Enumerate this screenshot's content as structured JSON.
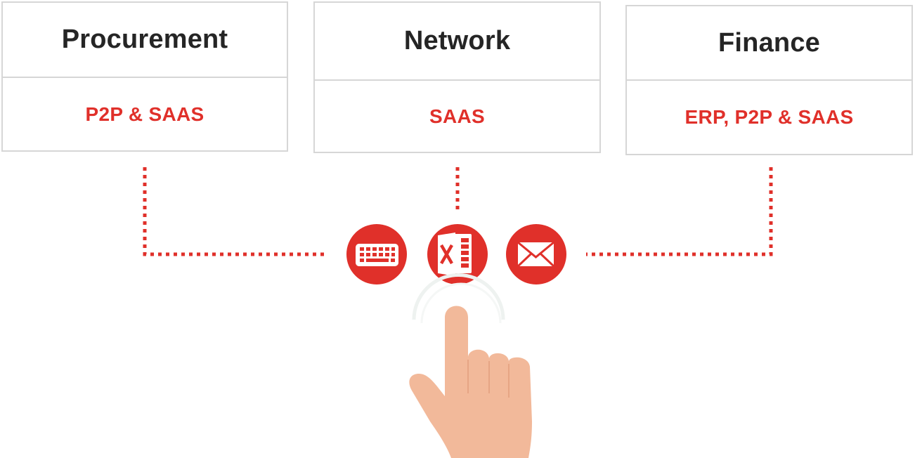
{
  "cards": [
    {
      "title": "Procurement",
      "subtitle": "P2P & SAAS"
    },
    {
      "title": "Network",
      "subtitle": "SAAS"
    },
    {
      "title": "Finance",
      "subtitle": "ERP, P2P & SAAS"
    }
  ],
  "icons": [
    "keyboard-icon",
    "excel-icon",
    "mail-icon",
    "pointing-hand-icon"
  ],
  "colors": {
    "accent": "#e0302a",
    "title_text": "#252525",
    "card_border": "#d6d6d6",
    "hand_skin": "#f2b99a"
  }
}
